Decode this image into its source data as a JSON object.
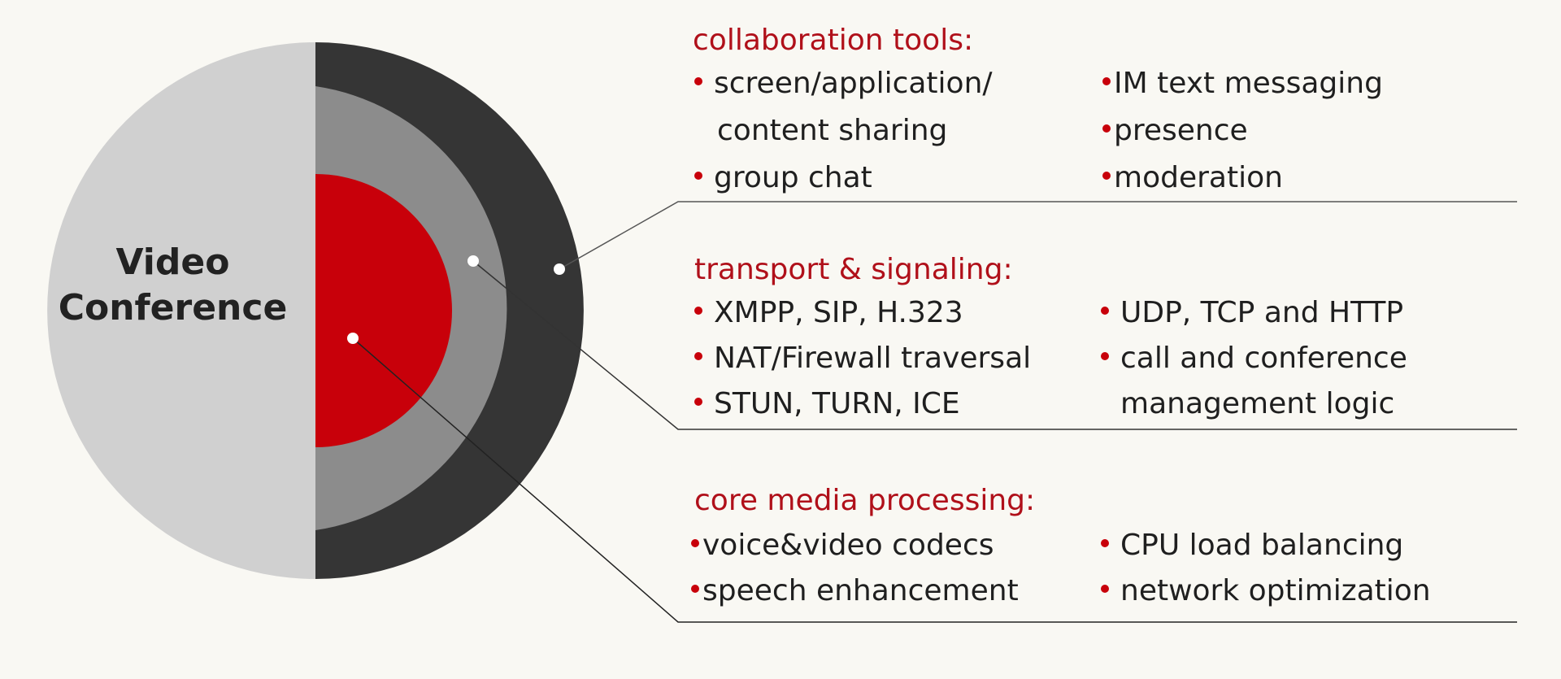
{
  "colors": {
    "background": "#f9f8f3",
    "accent_red": "#c8000a",
    "heading_red": "#b0101a",
    "outer_ring": "#353535",
    "middle_ring": "#8c8c8c",
    "left_half": "#d0d0d0",
    "text": "#1f1f1f",
    "bullet": "#c8000a"
  },
  "center": {
    "title_line1": "Video",
    "title_line2": "Conference"
  },
  "sections": {
    "collaboration": {
      "heading": "collaboration tools:",
      "left_items": [
        "screen/application/",
        "content sharing",
        "group chat"
      ],
      "right_items": [
        "IM text messaging",
        "presence",
        "moderation"
      ]
    },
    "transport": {
      "heading": "transport & signaling:",
      "left_items": [
        "XMPP, SIP, H.323",
        "NAT/Firewall traversal",
        "STUN, TURN, ICE"
      ],
      "right_items": [
        "UDP, TCP and HTTP",
        "call and conference",
        "management logic"
      ]
    },
    "core": {
      "heading": "core media processing:",
      "left_items": [
        "voice&video codecs",
        "speech enhancement"
      ],
      "right_items": [
        "CPU load balancing",
        "network optimization"
      ]
    }
  }
}
